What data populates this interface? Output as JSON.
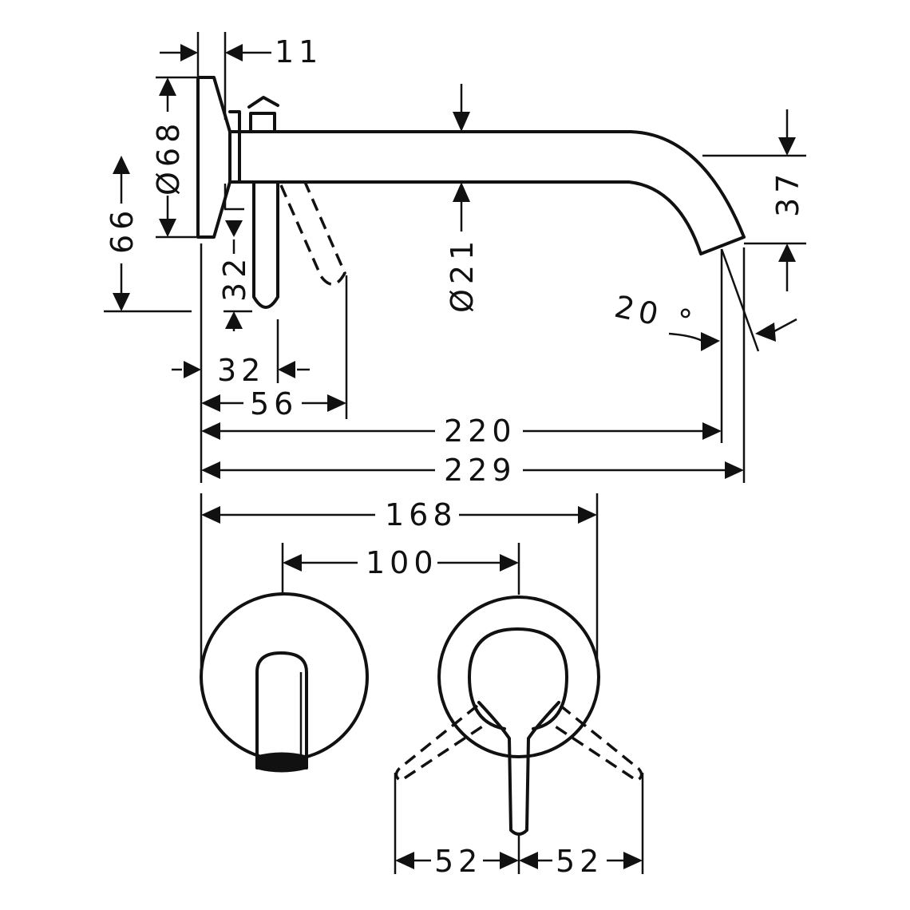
{
  "dimensions": {
    "d11": "11",
    "d68": "Ø68",
    "d66": "66",
    "d32_vertical": "32",
    "d32_horizontal": "32",
    "d56": "56",
    "d21": "Ø21",
    "d37": "37",
    "d20": "20 °",
    "d220": "220",
    "d229": "229",
    "d168": "168",
    "d100": "100",
    "d52_left": "52",
    "d52_right": "52"
  },
  "colors": {
    "line": "#111111",
    "background": "#ffffff"
  }
}
